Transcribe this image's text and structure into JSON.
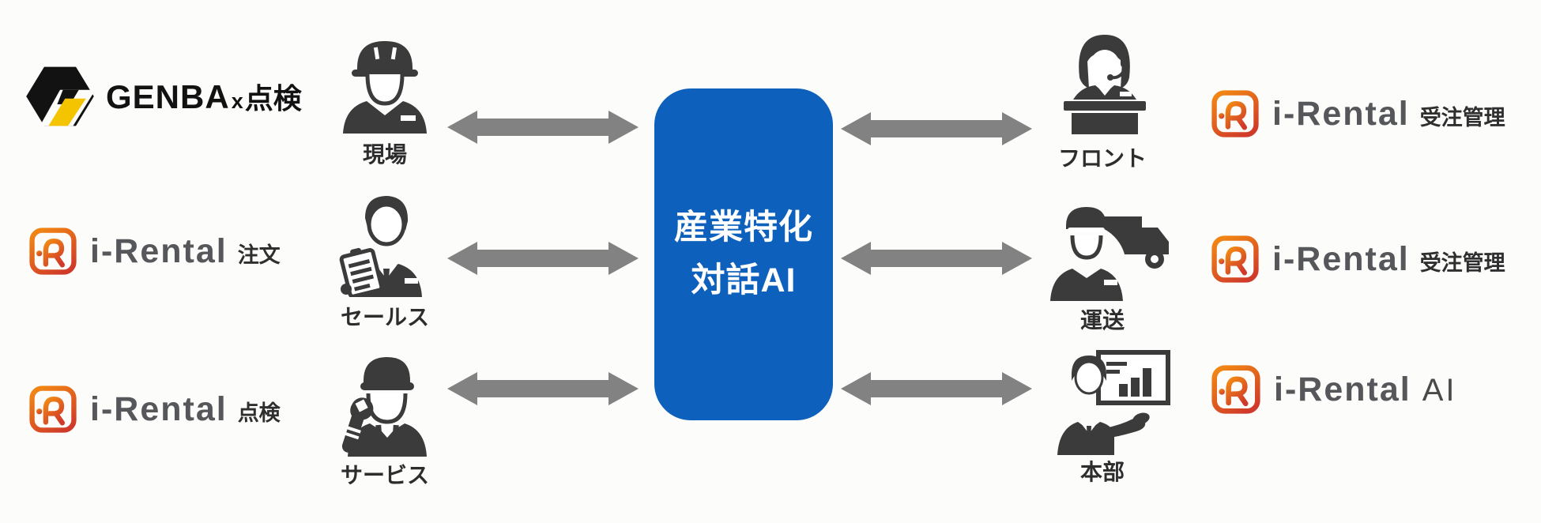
{
  "colors": {
    "center_blue": "#0D60BC",
    "arrow_gray": "#828282",
    "icon_dark": "#3b3b3b",
    "genba_yellow": "#F5C400",
    "genba_black": "#121212",
    "rental_orange": "#F08414",
    "rental_red": "#D03A2A",
    "rental_text_gray": "#56575a"
  },
  "center_box": {
    "line1": "産業特化",
    "line2": "対話AI"
  },
  "left_products": [
    {
      "brand": "GENBA",
      "connector": "x",
      "suffix": "点検"
    },
    {
      "brand": "i-Rental",
      "suffix": "注文"
    },
    {
      "brand": "i-Rental",
      "suffix": "点検"
    }
  ],
  "right_products": [
    {
      "brand": "i-Rental",
      "suffix": "受注管理"
    },
    {
      "brand": "i-Rental",
      "suffix": "受注管理"
    },
    {
      "brand": "i-Rental",
      "suffix": "AI"
    }
  ],
  "left_actors": [
    {
      "label": "現場"
    },
    {
      "label": "セールス"
    },
    {
      "label": "サービス"
    }
  ],
  "right_actors": [
    {
      "label": "フロント"
    },
    {
      "label": "運送"
    },
    {
      "label": "本部"
    }
  ]
}
